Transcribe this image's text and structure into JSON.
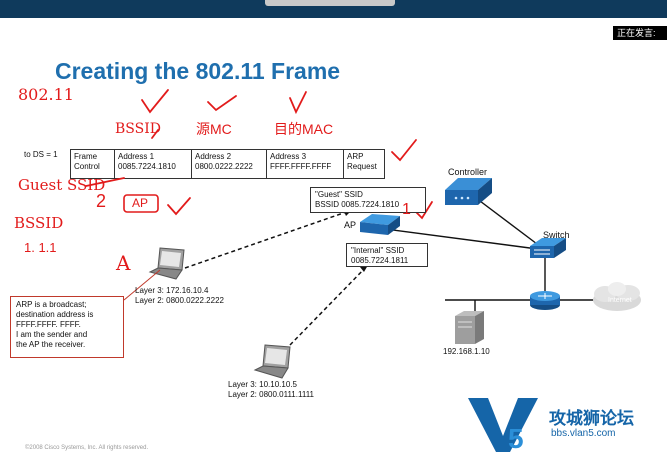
{
  "watermark_text": "正在发言:",
  "slide": {
    "title": "Creating the 802.11 Frame",
    "to_ds": "to DS = 1",
    "frame_fields": [
      {
        "line1": "Frame",
        "line2": "Control"
      },
      {
        "line1": "Address 1",
        "line2": "0085.7224.1810"
      },
      {
        "line1": "Address 2",
        "line2": "0800.0222.2222"
      },
      {
        "line1": "Address 3",
        "line2": "FFFF.FFFF.FFFF"
      },
      {
        "line1": "ARP",
        "line2": "Request"
      }
    ],
    "controller_label": "Controller",
    "switch_label": "Switch",
    "internet_label": "Internet",
    "ap_label": "AP",
    "guest_ssid": {
      "line1": "\"Guest\" SSID",
      "line2": "BSSID 0085.7224.1810"
    },
    "internal_ssid": {
      "line1": "\"Internal\" SSID",
      "line2": "0085.7224.1811"
    },
    "laptop1": {
      "line1": "Layer 3: 172.16.10.4",
      "line2": "Layer 2: 0800.0222.2222"
    },
    "laptop2": {
      "line1": "Layer 3: 10.10.10.5",
      "line2": "Layer 2: 0800.0111.1111"
    },
    "server_ip": "192.168.1.10",
    "arp_note": [
      "ARP is a broadcast;",
      "destination address is",
      "FFFF.FFFF. FFFF.",
      "I am the sender and",
      "the AP the receiver."
    ],
    "copyright": "©2008 Cisco Systems, Inc. All rights reserved."
  },
  "annotations": {
    "n802": "802.11",
    "bssid": "BSSID",
    "src_mac": "源MC",
    "dst_mac": "目的MAC",
    "guest_ssid": "Guest SSID",
    "two": "2",
    "ap": "AP",
    "bssid2": "BSSID",
    "one_one": "1. 1.1",
    "a": "A",
    "one": "1",
    "color": "#e21b1b"
  },
  "logo": {
    "text": "攻城狮论坛",
    "url": "bbs.vlan5.com",
    "v": "V",
    "five": "5"
  }
}
